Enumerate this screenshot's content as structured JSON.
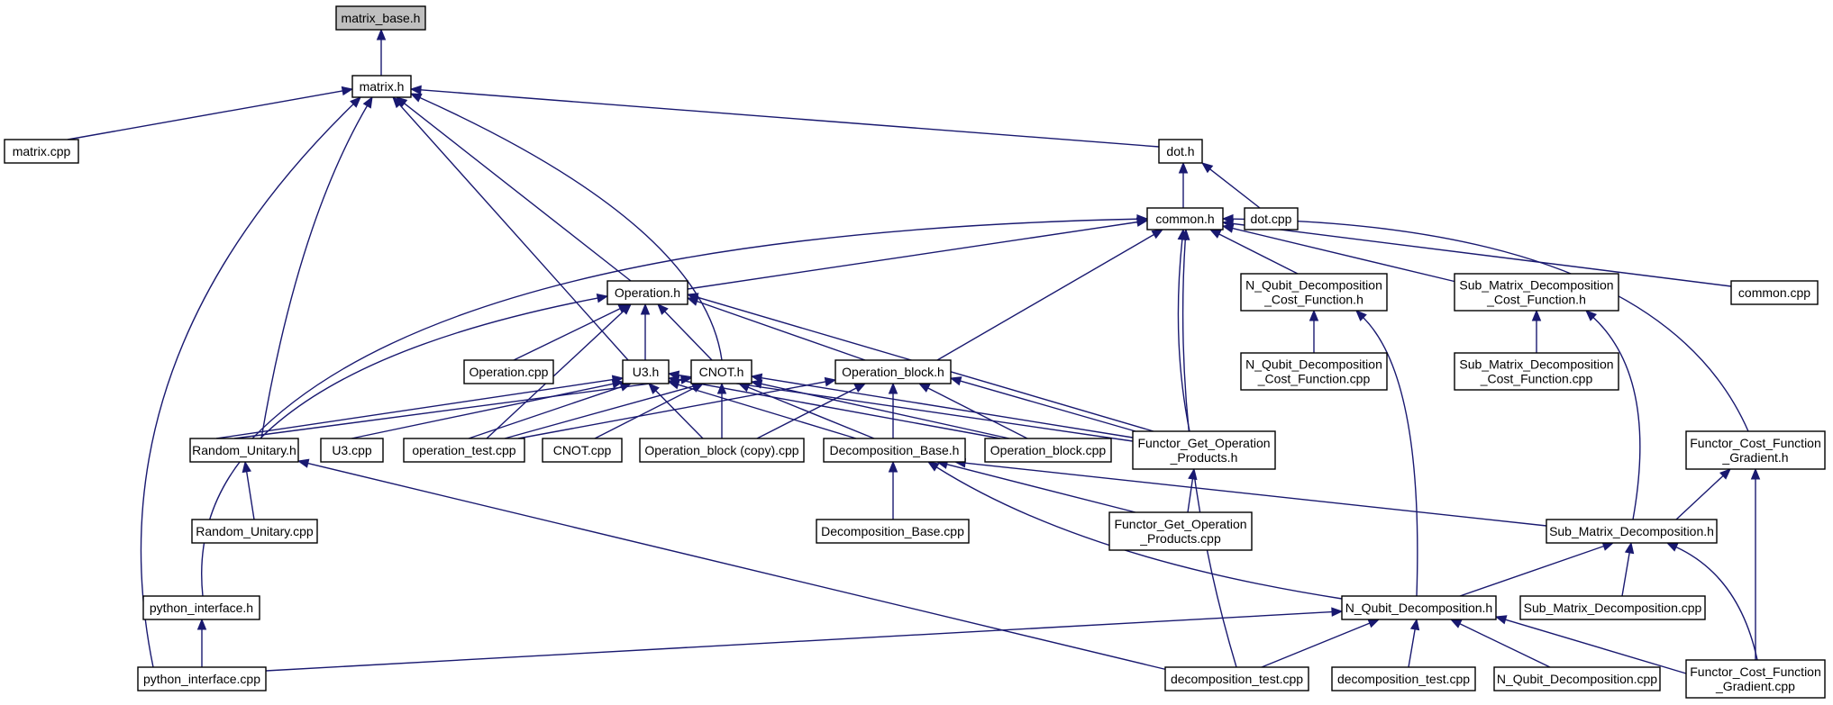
{
  "diagram": {
    "type": "include-dependency-graph",
    "colors": {
      "edge": "#191970",
      "root_fill": "#bfbfbf",
      "node_fill": "#ffffff",
      "node_border": "#000000"
    },
    "nodes": [
      {
        "id": "matrix_base_h",
        "label": "matrix_base.h",
        "root": true
      },
      {
        "id": "matrix_h",
        "label": "matrix.h"
      },
      {
        "id": "matrix_cpp",
        "label": "matrix.cpp"
      },
      {
        "id": "dot_h",
        "label": "dot.h"
      },
      {
        "id": "common_h",
        "label": "common.h"
      },
      {
        "id": "dot_cpp",
        "label": "dot.cpp"
      },
      {
        "id": "operation_h",
        "label": "Operation.h"
      },
      {
        "id": "nqdcf_h",
        "label": "N_Qubit_Decomposition\n_Cost_Function.h"
      },
      {
        "id": "smdcf_h",
        "label": "Sub_Matrix_Decomposition\n_Cost_Function.h"
      },
      {
        "id": "common_cpp",
        "label": "common.cpp"
      },
      {
        "id": "operation_cpp",
        "label": "Operation.cpp"
      },
      {
        "id": "u3_h",
        "label": "U3.h"
      },
      {
        "id": "cnot_h",
        "label": "CNOT.h"
      },
      {
        "id": "opblock_h",
        "label": "Operation_block.h"
      },
      {
        "id": "nqdcf_cpp",
        "label": "N_Qubit_Decomposition\n_Cost_Function.cpp"
      },
      {
        "id": "smdcf_cpp",
        "label": "Sub_Matrix_Decomposition\n_Cost_Function.cpp"
      },
      {
        "id": "random_unitary_h",
        "label": "Random_Unitary.h"
      },
      {
        "id": "u3_cpp",
        "label": "U3.cpp"
      },
      {
        "id": "operation_test_cpp",
        "label": "operation_test.cpp"
      },
      {
        "id": "cnot_cpp",
        "label": "CNOT.cpp"
      },
      {
        "id": "opblock_copy_cpp",
        "label": "Operation_block (copy).cpp"
      },
      {
        "id": "decomp_base_h",
        "label": "Decomposition_Base.h"
      },
      {
        "id": "opblock_cpp",
        "label": "Operation_block.cpp"
      },
      {
        "id": "fgop_h",
        "label": "Functor_Get_Operation\n_Products.h"
      },
      {
        "id": "fcfg_h",
        "label": "Functor_Cost_Function\n_Gradient.h"
      },
      {
        "id": "random_unitary_cpp",
        "label": "Random_Unitary.cpp"
      },
      {
        "id": "decomp_base_cpp",
        "label": "Decomposition_Base.cpp"
      },
      {
        "id": "fgop_cpp",
        "label": "Functor_Get_Operation\n_Products.cpp"
      },
      {
        "id": "smd_h",
        "label": "Sub_Matrix_Decomposition.h"
      },
      {
        "id": "python_interface_h",
        "label": "python_interface.h"
      },
      {
        "id": "nqd_h",
        "label": "N_Qubit_Decomposition.h"
      },
      {
        "id": "smd_cpp",
        "label": "Sub_Matrix_Decomposition.cpp"
      },
      {
        "id": "python_interface_cpp",
        "label": "python_interface.cpp"
      },
      {
        "id": "decomposition_test_cpp_a",
        "label": "decomposition_test.cpp"
      },
      {
        "id": "decomposition_test_cpp_b",
        "label": "decomposition_test.cpp"
      },
      {
        "id": "nqd_cpp",
        "label": "N_Qubit_Decomposition.cpp"
      },
      {
        "id": "fcfg_cpp",
        "label": "Functor_Cost_Function\n_Gradient.cpp"
      }
    ],
    "edges": [
      [
        "matrix_h",
        "matrix_base_h"
      ],
      [
        "matrix_cpp",
        "matrix_h"
      ],
      [
        "dot_h",
        "matrix_h"
      ],
      [
        "operation_h",
        "matrix_h"
      ],
      [
        "u3_h",
        "matrix_h"
      ],
      [
        "cnot_h",
        "matrix_h"
      ],
      [
        "random_unitary_h",
        "matrix_h"
      ],
      [
        "python_interface_cpp",
        "matrix_h"
      ],
      [
        "common_h",
        "dot_h"
      ],
      [
        "dot_cpp",
        "dot_h"
      ],
      [
        "operation_h",
        "common_h"
      ],
      [
        "random_unitary_h",
        "common_h"
      ],
      [
        "opblock_h",
        "common_h"
      ],
      [
        "fgop_h",
        "common_h"
      ],
      [
        "decomposition_test_cpp_a",
        "common_h"
      ],
      [
        "nqdcf_h",
        "common_h"
      ],
      [
        "smdcf_h",
        "common_h"
      ],
      [
        "common_cpp",
        "common_h"
      ],
      [
        "fcfg_h",
        "common_h"
      ],
      [
        "operation_cpp",
        "operation_h"
      ],
      [
        "u3_h",
        "operation_h"
      ],
      [
        "cnot_h",
        "operation_h"
      ],
      [
        "opblock_h",
        "operation_h"
      ],
      [
        "operation_test_cpp",
        "operation_h"
      ],
      [
        "fgop_h",
        "operation_h"
      ],
      [
        "python_interface_h",
        "operation_h"
      ],
      [
        "nqdcf_cpp",
        "nqdcf_h"
      ],
      [
        "nqd_h",
        "nqdcf_h"
      ],
      [
        "smdcf_cpp",
        "smdcf_h"
      ],
      [
        "smd_h",
        "smdcf_h"
      ],
      [
        "random_unitary_h",
        "u3_h"
      ],
      [
        "u3_cpp",
        "u3_h"
      ],
      [
        "operation_test_cpp",
        "u3_h"
      ],
      [
        "opblock_copy_cpp",
        "u3_h"
      ],
      [
        "decomp_base_h",
        "u3_h"
      ],
      [
        "opblock_cpp",
        "u3_h"
      ],
      [
        "fgop_h",
        "u3_h"
      ],
      [
        "random_unitary_h",
        "cnot_h"
      ],
      [
        "operation_test_cpp",
        "cnot_h"
      ],
      [
        "cnot_cpp",
        "cnot_h"
      ],
      [
        "opblock_copy_cpp",
        "cnot_h"
      ],
      [
        "decomp_base_h",
        "cnot_h"
      ],
      [
        "opblock_cpp",
        "cnot_h"
      ],
      [
        "fgop_h",
        "cnot_h"
      ],
      [
        "operation_test_cpp",
        "opblock_h"
      ],
      [
        "opblock_copy_cpp",
        "opblock_h"
      ],
      [
        "decomp_base_h",
        "opblock_h"
      ],
      [
        "opblock_cpp",
        "opblock_h"
      ],
      [
        "fgop_h",
        "opblock_h"
      ],
      [
        "random_unitary_cpp",
        "random_unitary_h"
      ],
      [
        "decomposition_test_cpp_a",
        "random_unitary_h"
      ],
      [
        "decomp_base_cpp",
        "decomp_base_h"
      ],
      [
        "fgop_cpp",
        "decomp_base_h"
      ],
      [
        "smd_h",
        "decomp_base_h"
      ],
      [
        "nqd_h",
        "decomp_base_h"
      ],
      [
        "fgop_cpp",
        "fgop_h"
      ],
      [
        "smd_h",
        "fcfg_h"
      ],
      [
        "fcfg_cpp",
        "fcfg_h"
      ],
      [
        "nqd_h",
        "smd_h"
      ],
      [
        "smd_cpp",
        "smd_h"
      ],
      [
        "fcfg_cpp",
        "smd_h"
      ],
      [
        "python_interface_cpp",
        "python_interface_h"
      ],
      [
        "python_interface_cpp",
        "nqd_h"
      ],
      [
        "decomposition_test_cpp_a",
        "nqd_h"
      ],
      [
        "decomposition_test_cpp_b",
        "nqd_h"
      ],
      [
        "nqd_cpp",
        "nqd_h"
      ],
      [
        "fcfg_cpp",
        "nqd_h"
      ]
    ]
  }
}
